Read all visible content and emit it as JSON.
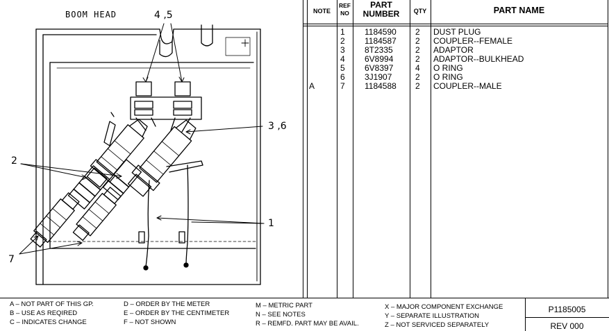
{
  "drawing": {
    "title": "BOOM HEAD",
    "callouts": {
      "c45": "4 ,5",
      "c36": "3 ,6",
      "c2": "2",
      "c1": "1",
      "c7": "7"
    }
  },
  "table": {
    "headers": {
      "note": "NOTE",
      "ref_no_a": "REF",
      "ref_no_b": "NO",
      "part_number_a": "PART",
      "part_number_b": "NUMBER",
      "qty": "QTY",
      "part_name": "PART NAME"
    },
    "rows": [
      {
        "note": "",
        "ref": "1",
        "part": "1184590",
        "qty": "2",
        "name": "DUST PLUG"
      },
      {
        "note": "",
        "ref": "2",
        "part": "1184587",
        "qty": "2",
        "name": "COUPLER--FEMALE"
      },
      {
        "note": "",
        "ref": "3",
        "part": "8T2335",
        "qty": "2",
        "name": "ADAPTOR"
      },
      {
        "note": "",
        "ref": "4",
        "part": "6V8994",
        "qty": "2",
        "name": "ADAPTOR--BULKHEAD"
      },
      {
        "note": "",
        "ref": "5",
        "part": "6V8397",
        "qty": "4",
        "name": "O  RING"
      },
      {
        "note": "",
        "ref": "6",
        "part": "3J1907",
        "qty": "2",
        "name": "O  RING"
      },
      {
        "note": "A",
        "ref": "7",
        "part": "1184588",
        "qty": "2",
        "name": "COUPLER--MALE"
      }
    ]
  },
  "legend": {
    "col1": [
      "A –  NOT PART OF THIS GP.",
      "B –  USE AS REQIRED",
      "C – INDICATES CHANGE"
    ],
    "col2": [
      "D – ORDER BY THE METER",
      "E – ORDER BY THE CENTIMETER",
      "F –  NOT SHOWN"
    ],
    "col3": [
      "M – METRIC PART",
      "N – SEE NOTES",
      "R – REMFD. PART MAY BE AVAIL."
    ],
    "col4": [
      "X – MAJOR COMPONENT EXCHANGE",
      "Y – SEPARATE ILLUSTRATION",
      "Z – NOT SERVICED SEPARATELY"
    ]
  },
  "ident": {
    "group_number": "P1185005",
    "revision": "REV 000"
  }
}
